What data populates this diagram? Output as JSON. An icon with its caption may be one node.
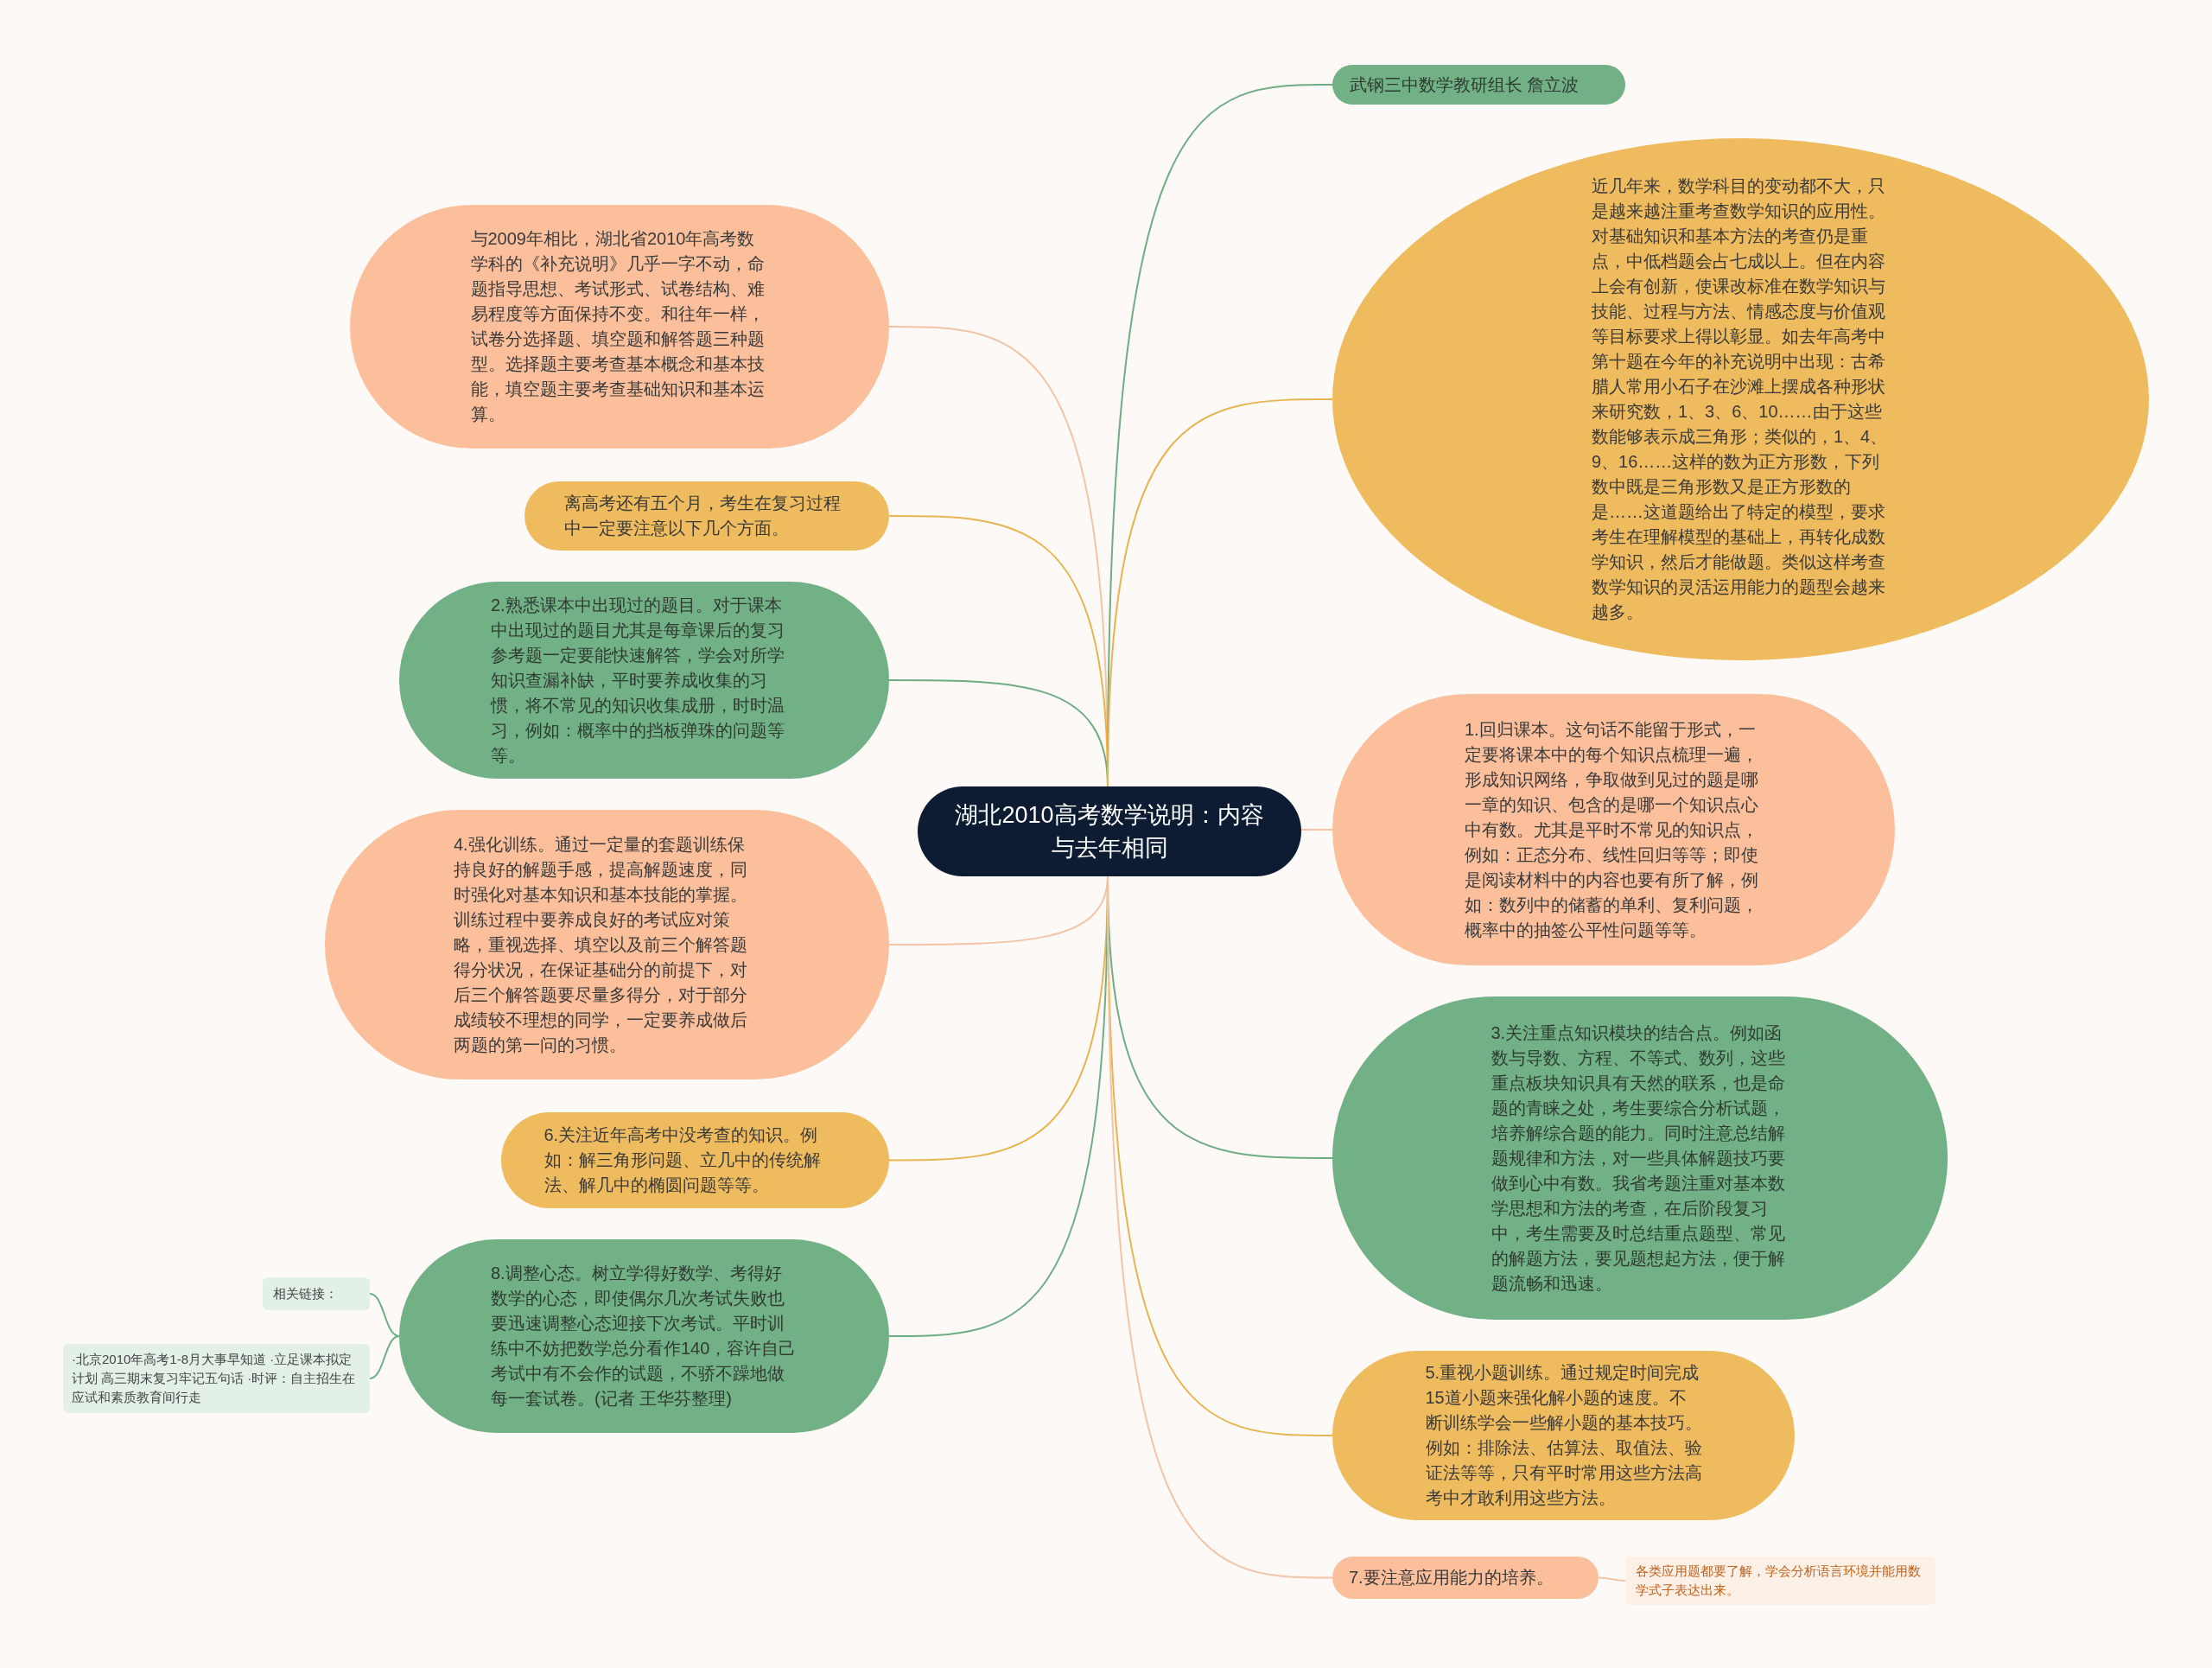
{
  "diagram": {
    "nodes": [
      {
        "text": [
          "湖北2010高考数学说明：内容与去年相同"
        ]
      },
      {
        "text": [
          "与2009年相比，湖北省2010年高考数学科的《补充说明》几乎一字不动，命题指导思想、考试形式、试卷结构、难易程度等方面保持不变。和往年一样，试卷分选择题、填空题和解答题三种题型。选择题主要考查基本概念和基本技能，填空题主要考查基础知识和基本运算。"
        ]
      },
      {
        "text": [
          "离高考还有五个月，考生在复习过程中一定要注意以下几个方面。"
        ]
      },
      {
        "text": [
          "2.熟悉课本中出现过的题目。对于课本中出现过的题目尤其是每章课后的复习参考题一定要能快速解答，学会对所学知识查漏补缺，平时要养成收集的习惯，将不常见的知识收集成册，时时温习，例如：概率中的挡板弹珠的问题等等。"
        ]
      },
      {
        "text": [
          "4.强化训练。通过一定量的套题训练保持良好的解题手感，提高解题速度，同时强化对基本知识和基本技能的掌握。训练过程中要养成良好的考试应对策略，重视选择、填空以及前三个解答题得分状况，在保证基础分的前提下，对后三个解答题要尽量多得分，对于部分成绩较不理想的同学，一定要养成做后两题的第一问的习惯。"
        ]
      },
      {
        "text": [
          "6.关注近年高考中没考查的知识。例如：解三角形问题、立几中的传统解法、解几中的椭圆问题等等。"
        ]
      },
      {
        "text": [
          "8.调整心态。树立学得好数学、考得好数学的心态，即使偶尔几次考试失败也要迅速调整心态迎接下次考试。平时训练中不妨把数学总分看作140，容许自己考试中有不会作的试题，不骄不躁地做每一套试卷。(记者 王华芬整理)"
        ]
      },
      {
        "text": [
          "相关链接："
        ]
      },
      {
        "text": [
          "·北京2010年高考1-8月大事早知道 ·立足课本拟定计划 高三期末复习牢记五句话 ·时评：自主招生在应试和素质教育间行走"
        ]
      },
      {
        "text": [
          "武钢三中数学教研组长 詹立波"
        ]
      },
      {
        "text": [
          "近几年来，数学科目的变动都不大，只是越来越注重考查数学知识的应用性。对基础知识和基本方法的考查仍是重点，中低档题会占七成以上。但在内容上会有创新，使课改标准在数学知识与技能、过程与方法、情感态度与价值观等目标要求上得以彰显。如去年高考中第十题在今年的补充说明中出现：古希腊人常用小石子在沙滩上摆成各种形状来研究数，1、3、6、10……由于这些数能够表示成三角形；类似的，1、4、9、16……这样的数为正方形数，下列数中既是三角形数又是正方形数的是……这道题给出了特定的模型，要求考生在理解模型的基础上，再转化成数学知识，然后才能做题。类似这样考查数学知识的灵活运用能力的题型会越来越多。"
        ]
      },
      {
        "text": [
          "1.回归课本。这句话不能留于形式，一定要将课本中的每个知识点梳理一遍，形成知识网络，争取做到见过的题是哪一章的知识、包含的是哪一个知识点心中有数。尤其是平时不常见的知识点，例如：正态分布、线性回归等等；即使是阅读材料中的内容也要有所了解，例如：数列中的储蓄的单利、复利问题，概率中的抽签公平性问题等等。"
        ]
      },
      {
        "text": [
          "3.关注重点知识模块的结合点。例如函数与导数、方程、不等式、数列，这些重点板块知识具有天然的联系，也是命题的青睐之处，考生要综合分析试题，培养解综合题的能力。同时注意总结解题规律和方法，对一些具体解题技巧要做到心中有数。我省考题注重对基本数学思想和方法的考查，在后阶段复习中，考生需要及时总结重点题型、常见的解题方法，要见题想起方法，便于解题流畅和迅速。"
        ]
      },
      {
        "text": [
          "5.重视小题训练。通过规定时间完成15道小题来强化解小题的速度。不断训练学会一些解小题的基本技巧。例如：排除法、估算法、取值法、验证法等等，只有平时常用这些方法高考中才敢利用这些方法。"
        ]
      },
      {
        "text": [
          "7.要注意应用能力的培养。"
        ]
      },
      {
        "text": [
          "各类应用题都要了解，学会分析语言环境并能用数学式子表达出来。"
        ]
      }
    ],
    "edges": [
      {
        "from": 0,
        "to": 1,
        "arrow": "none",
        "color": "#f3c4a6"
      },
      {
        "from": 0,
        "to": 2,
        "arrow": "none",
        "color": "#e8b450"
      },
      {
        "from": 0,
        "to": 3,
        "arrow": "none"
      },
      {
        "from": 0,
        "to": 4,
        "arrow": "none",
        "color": "#f3c4a6"
      },
      {
        "from": 0,
        "to": 5,
        "arrow": "none",
        "color": "#e8b450"
      },
      {
        "from": 0,
        "to": 6,
        "arrow": "none"
      },
      {
        "from": 6,
        "to": 7,
        "arrow": "none"
      },
      {
        "from": 6,
        "to": 8,
        "arrow": "none"
      },
      {
        "from": 0,
        "to": 9,
        "arrow": "none"
      },
      {
        "from": 0,
        "to": 10,
        "arrow": "none",
        "color": "#e8b450"
      },
      {
        "from": 0,
        "to": 11,
        "arrow": "none",
        "color": "#f3c4a6"
      },
      {
        "from": 0,
        "to": 12,
        "arrow": "none"
      },
      {
        "from": 0,
        "to": 13,
        "arrow": "none",
        "color": "#e8b450"
      },
      {
        "from": 0,
        "to": 14,
        "arrow": "none",
        "color": "#f3c4a6"
      },
      {
        "from": 14,
        "to": 15,
        "arrow": "none",
        "color": "#f3c4a6"
      }
    ]
  }
}
